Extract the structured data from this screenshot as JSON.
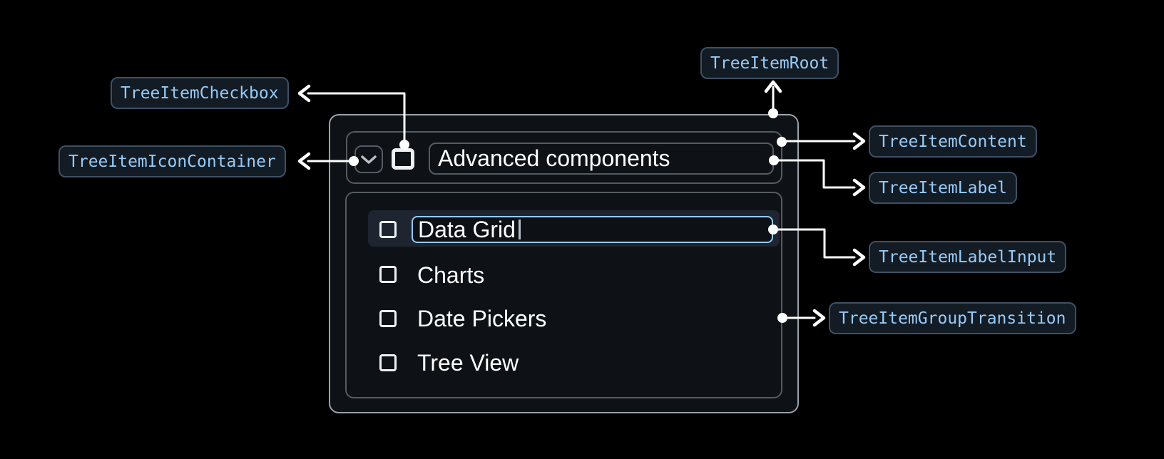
{
  "annotations": {
    "checkbox": "TreeItemCheckbox",
    "icon_container": "TreeItemIconContainer",
    "root": "TreeItemRoot",
    "content": "TreeItemContent",
    "label": "TreeItemLabel",
    "label_input": "TreeItemLabelInput",
    "group_transition": "TreeItemGroupTransition"
  },
  "tree": {
    "parent_label": "Advanced components",
    "parent_expanded": true,
    "edit_value": "Data Grid",
    "items": [
      {
        "label": "Data Grid",
        "state": "editing",
        "checked": false
      },
      {
        "label": "Charts",
        "checked": false
      },
      {
        "label": "Date Pickers",
        "checked": false
      },
      {
        "label": "Tree View",
        "checked": false
      }
    ]
  },
  "colors": {
    "background": "#000000",
    "surface": "#0e1216",
    "outer_border": "#9aa1ab",
    "inner_border": "#545b63",
    "row_highlight": "#1e2530",
    "input_focus_border": "#95c9f2",
    "annotation_bg": "#131b24",
    "annotation_border": "#3d5166",
    "annotation_text": "#97cbf7",
    "connector": "#ffffff",
    "item_text": "#ffffff"
  }
}
